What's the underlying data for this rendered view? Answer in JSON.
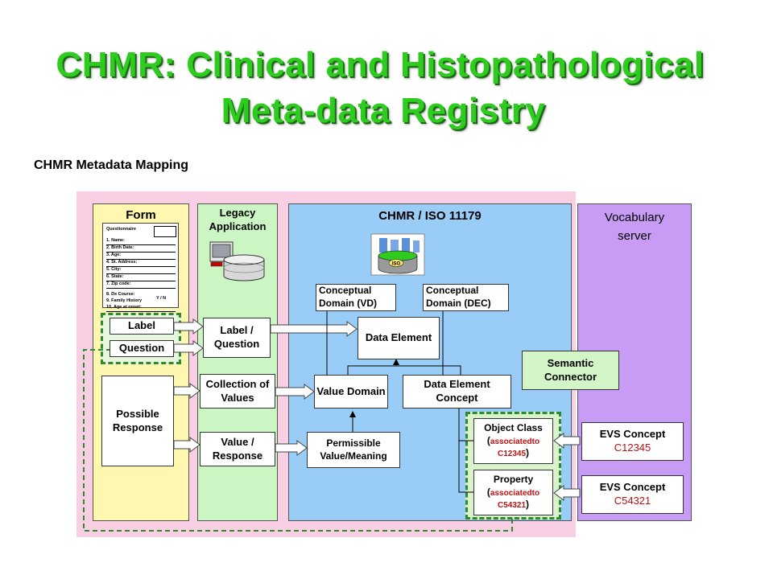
{
  "title_line1": "CHMR: Clinical and Histopathological",
  "title_line2": "Meta-data Registry",
  "subtitle": "CHMR Metadata Mapping",
  "columns": {
    "form": "Form",
    "legacy": "Legacy Application",
    "chmr": "CHMR / ISO 11179",
    "vocab": "Vocabulary server"
  },
  "form_doc": {
    "heading": "Questionnaire",
    "lines": [
      "1. Name:",
      "2. Birth Date:",
      "3. Age:",
      "4. St. Address:",
      "5. City:",
      "6. State:",
      "7. Zip code:",
      "8. Dx Course:",
      "9. Family History",
      "10. Age at onset:"
    ],
    "yn": "Y / N"
  },
  "boxes": {
    "label": "Label",
    "question": "Question",
    "possible_response": "Possible Response",
    "label_question": "Label / Question",
    "collection_values": "Collection of Values",
    "value_response": "Value / Response",
    "cd_vd": "Conceptual Domain (VD)",
    "cd_dec": "Conceptual Domain (DEC)",
    "data_element": "Data Element",
    "value_domain": "Value Domain",
    "dec": "Data Element Concept",
    "permissible": "Permissible Value/Meaning",
    "semantic_connector": "Semantic Connector",
    "object_class": "Object Class",
    "object_class_assoc": "associatedto",
    "object_class_code": "C12345",
    "property": "Property",
    "property_assoc": "associatedto",
    "property_code": "C54321",
    "evs1_label": "EVS Concept",
    "evs1_code": "C12345",
    "evs2_label": "EVS Concept",
    "evs2_code": "C54321"
  },
  "iso_icon_label": "ISO",
  "colors": {
    "title": "#2ecc1f",
    "outer_pink": "#f9cfe3",
    "form_bg": "#fdf7b0",
    "legacy_bg": "#ccf5c4",
    "chmr_bg": "#99ccf6",
    "vocab_bg": "#c89cf4",
    "semantic_bg": "#d4f5c8",
    "dashed_green": "#2e8a2e"
  }
}
